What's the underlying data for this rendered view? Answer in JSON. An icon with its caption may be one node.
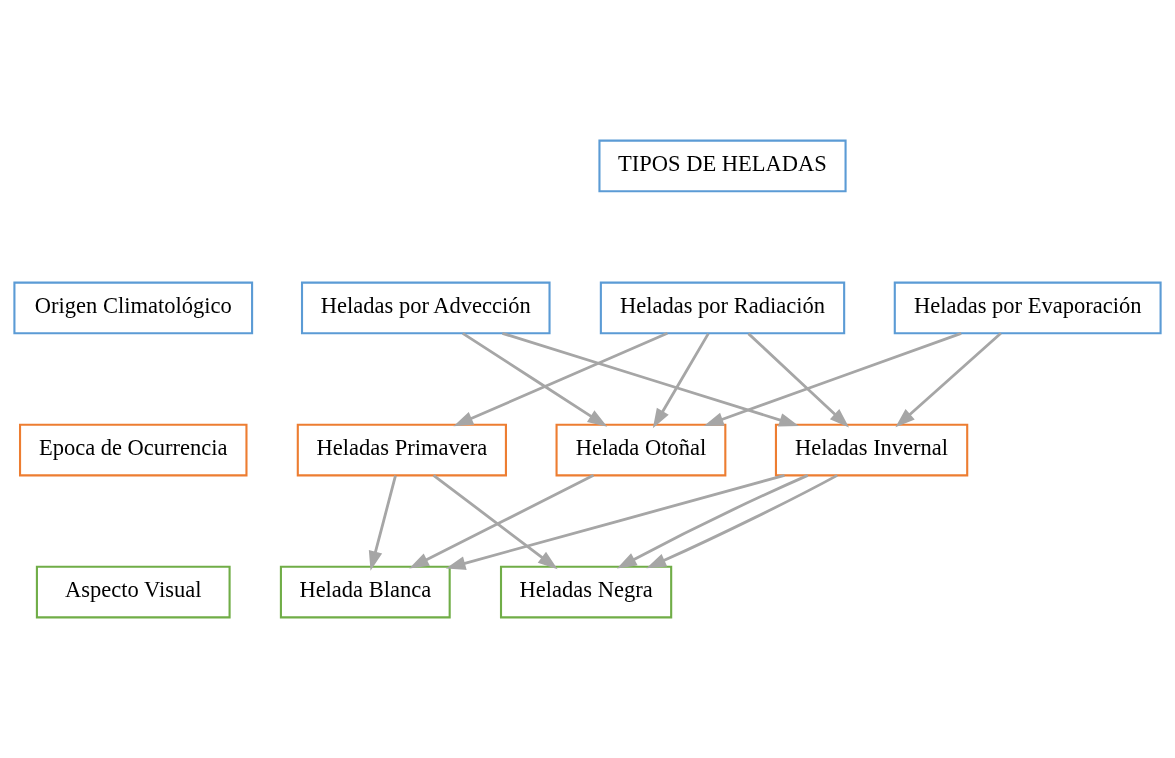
{
  "diagram": {
    "nodes": [
      {
        "text": [
          "TIPOS DE HELADAS"
        ]
      },
      {
        "text": [
          "Origen Climatológico"
        ]
      },
      {
        "text": [
          "Heladas por Advección"
        ]
      },
      {
        "text": [
          "Heladas por Radiación"
        ]
      },
      {
        "text": [
          "Heladas por Evaporación"
        ]
      },
      {
        "text": [
          "Epoca de Ocurrencia"
        ]
      },
      {
        "text": [
          "Heladas Primavera"
        ]
      },
      {
        "text": [
          "Helada Otoñal"
        ]
      },
      {
        "text": [
          "Heladas Invernal"
        ]
      },
      {
        "text": [
          "Aspecto Visual"
        ]
      },
      {
        "text": [
          "Helada Blanca"
        ]
      },
      {
        "text": [
          "Heladas Negra"
        ]
      }
    ],
    "edges": [
      {
        "from": 2,
        "to": 7,
        "arrow": "to"
      },
      {
        "from": 2,
        "to": 8,
        "arrow": "to"
      },
      {
        "from": 3,
        "to": 6,
        "arrow": "to"
      },
      {
        "from": 3,
        "to": 7,
        "arrow": "to"
      },
      {
        "from": 3,
        "to": 8,
        "arrow": "to"
      },
      {
        "from": 4,
        "to": 7,
        "arrow": "to"
      },
      {
        "from": 4,
        "to": 8,
        "arrow": "to"
      },
      {
        "from": 6,
        "to": 10,
        "arrow": "to"
      },
      {
        "from": 6,
        "to": 11,
        "arrow": "to"
      },
      {
        "from": 7,
        "to": 10,
        "arrow": "to"
      },
      {
        "from": 8,
        "to": 10,
        "arrow": "to"
      },
      {
        "from": 8,
        "to": 11,
        "arrow": "to"
      },
      {
        "from": 8,
        "to": 11,
        "arrow": "to"
      }
    ]
  }
}
